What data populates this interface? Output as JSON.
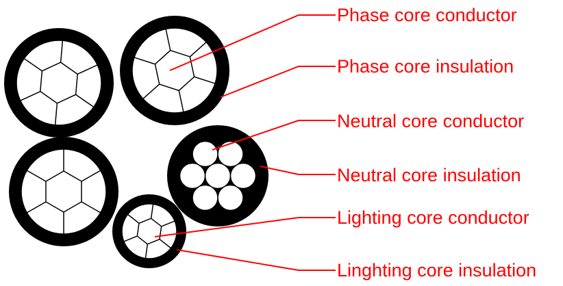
{
  "labels": {
    "phase_core_conductor": "Phase core conductor",
    "phase_core_insulation": "Phase core insulation",
    "neutral_core_conductor": "Neutral core conductor",
    "neutral_core_insulation": "Neutral core insulation",
    "lighting_core_conductor": "Lighting core conductor",
    "lighting_core_insulation": "Linghting core insulation"
  },
  "colors": {
    "label_text": "#ff0000",
    "leader_line": "#ff0000",
    "insulation": "#000000",
    "conductor": "#ffffff"
  },
  "icons": {
    "phase_core": "sector-conductor-cable-core",
    "neutral_core": "stranded-round-conductor-cable-core",
    "lighting_core": "sector-conductor-cable-core"
  }
}
